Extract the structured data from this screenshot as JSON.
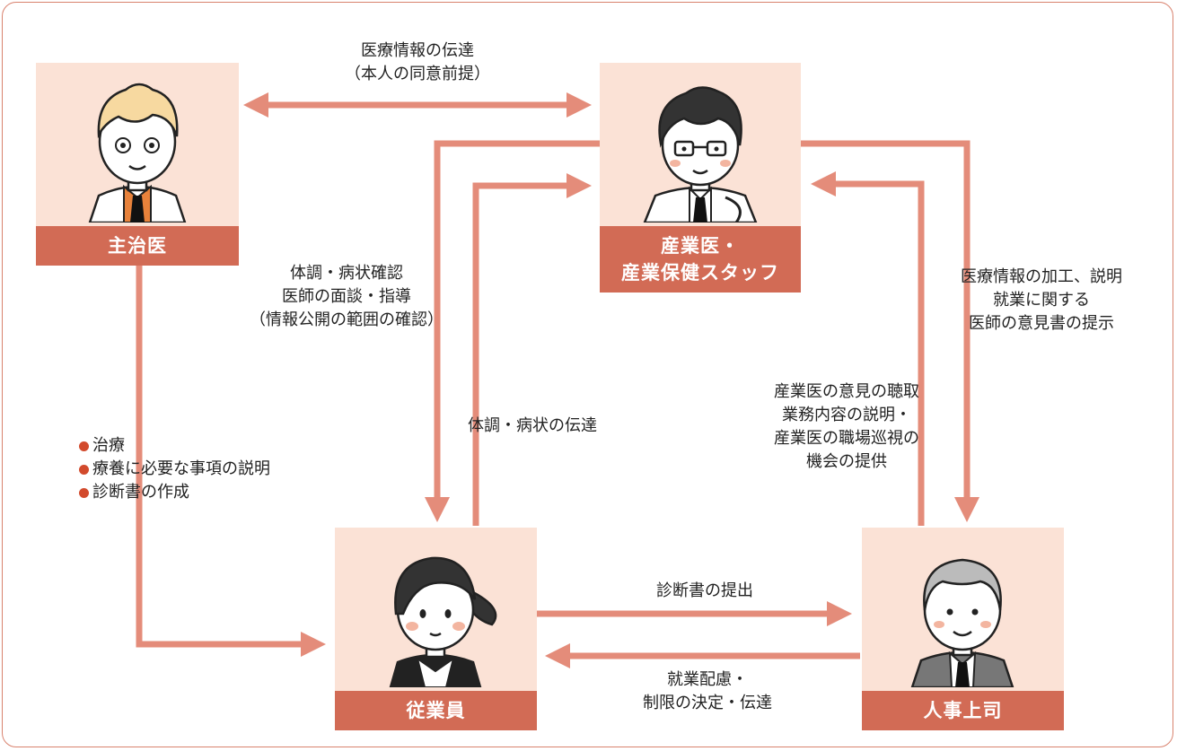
{
  "nodes": {
    "attending_doctor": {
      "label": "主治医"
    },
    "occupational_physician": {
      "label_line1": "産業医・",
      "label_line2": "産業保健スタッフ"
    },
    "employee": {
      "label": "従業員"
    },
    "hr_manager": {
      "label": "人事上司"
    }
  },
  "edges": {
    "medical_info": {
      "line1": "医療情報の伝達",
      "line2": "（本人の同意前提）"
    },
    "checkup": {
      "line1": "体調・病状確認",
      "line2": "医師の面談・指導",
      "line3": "（情報公開の範囲の確認）"
    },
    "condition_report": {
      "line1": "体調・病状の伝達"
    },
    "processed_info": {
      "line1": "医療情報の加工、説明",
      "line2": "就業に関する",
      "line3": "医師の意見書の提示"
    },
    "opinion_hearing": {
      "line1": "産業医の意見の聴取",
      "line2": "業務内容の説明・",
      "line3": "産業医の職場巡視の",
      "line4": "機会の提供"
    },
    "certificate": {
      "line1": "診断書の提出"
    },
    "work_consideration": {
      "line1": "就業配慮・",
      "line2": "制限の決定・伝達"
    },
    "treatment": {
      "items": [
        "治療",
        "療養に必要な事項の説明",
        "診断書の作成"
      ]
    }
  },
  "colors": {
    "arrow": "#e48c7a",
    "box_bg": "#fbe2d6",
    "label_bg": "#d26b55",
    "bullet": "#d24a2c"
  },
  "icons": [
    "doctor-portrait-icon",
    "physician-with-stethoscope-icon",
    "employee-woman-portrait-icon",
    "manager-portrait-icon"
  ]
}
